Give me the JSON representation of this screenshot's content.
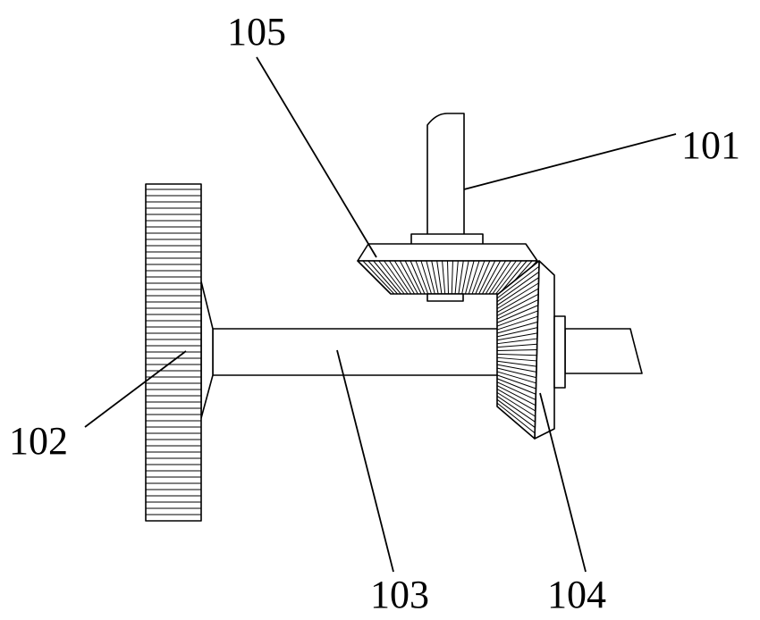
{
  "labels": {
    "shaft_vertical": "101",
    "spur_gear": "102",
    "horizontal_shaft": "103",
    "bevel_gear_vertical": "104",
    "bevel_gear_horizontal": "105"
  },
  "colors": {
    "stroke": "#000000",
    "fill": "#ffffff"
  }
}
